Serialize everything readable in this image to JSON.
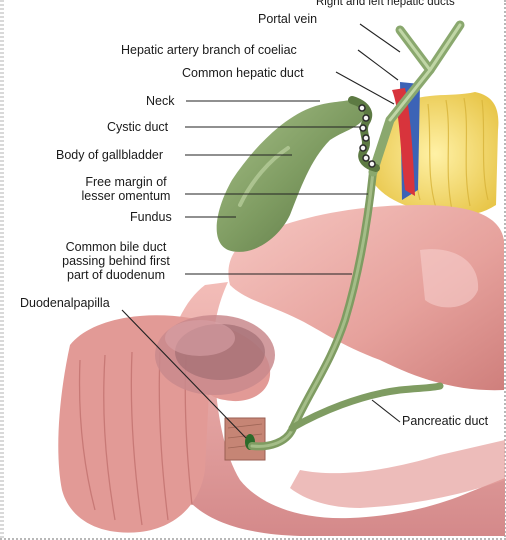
{
  "labels": {
    "right_left_hepatic_ducts": "Right and left hepatic ducts",
    "portal_vein": "Portal vein",
    "hepatic_artery": "Hepatic artery branch of coeliac",
    "common_hepatic_duct": "Common hepatic duct",
    "neck": "Neck",
    "cystic_duct": "Cystic duct",
    "body_of_gallbladder": "Body of gallbladder",
    "free_margin_1": "Free margin of",
    "free_margin_2": "lesser omentum",
    "fundus": "Fundus",
    "cbd_1": "Common bile duct",
    "cbd_2": "passing behind first",
    "cbd_3": "part of duodenum",
    "duodenal_papilla": "Duodenalpapilla",
    "pancreatic_duct": "Pancreatic duct"
  },
  "colors": {
    "gallbladder": "#7f9c62",
    "duct": "#8aa86e",
    "duodenum": "#e8a7a3",
    "portal_vein": "#3c63b6",
    "artery": "#d8343c",
    "pancreas": "#f2d86a"
  }
}
